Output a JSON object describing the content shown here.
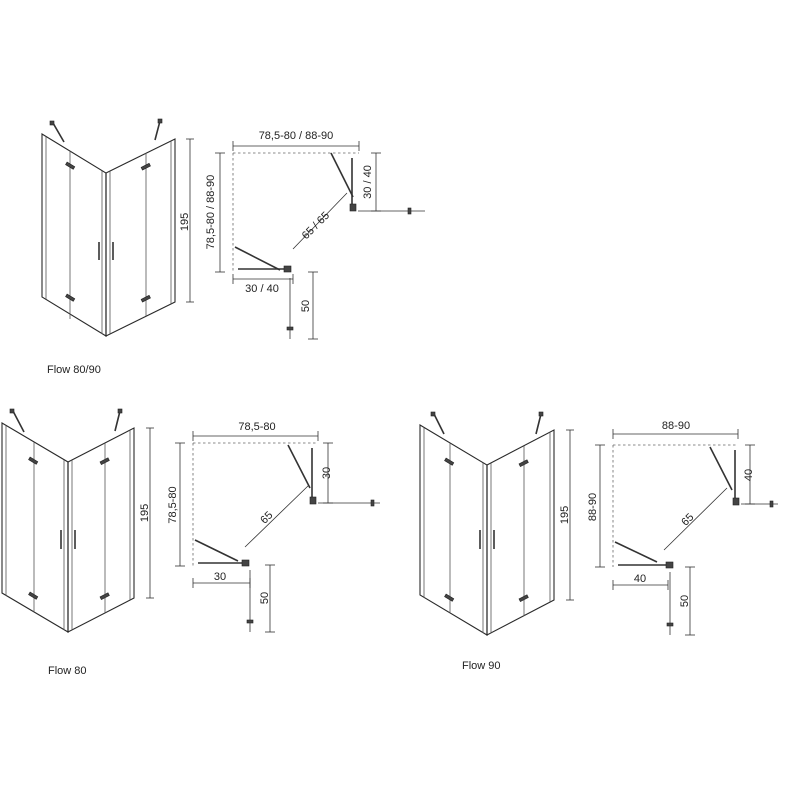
{
  "captions": {
    "flow_80_90": "Flow 80/90",
    "flow_80": "Flow 80",
    "flow_90": "Flow 90"
  },
  "flow_80_90": {
    "height": "195",
    "width_top": "78,5-80 / 88-90",
    "depth_left": "78,5-80 / 88-90",
    "side_right": "30 / 40",
    "side_bottom": "30 / 40",
    "diagonal": "65 / 65",
    "wall_offset": "50"
  },
  "flow_80": {
    "height": "195",
    "width_top": "78,5-80",
    "depth_left": "78,5-80",
    "side_right": "30",
    "side_bottom": "30",
    "diagonal": "65",
    "wall_offset": "50"
  },
  "flow_90": {
    "height": "195",
    "width_top": "88-90",
    "depth_left": "88-90",
    "side_right": "40",
    "side_bottom": "40",
    "diagonal": "65",
    "wall_offset": "50"
  }
}
